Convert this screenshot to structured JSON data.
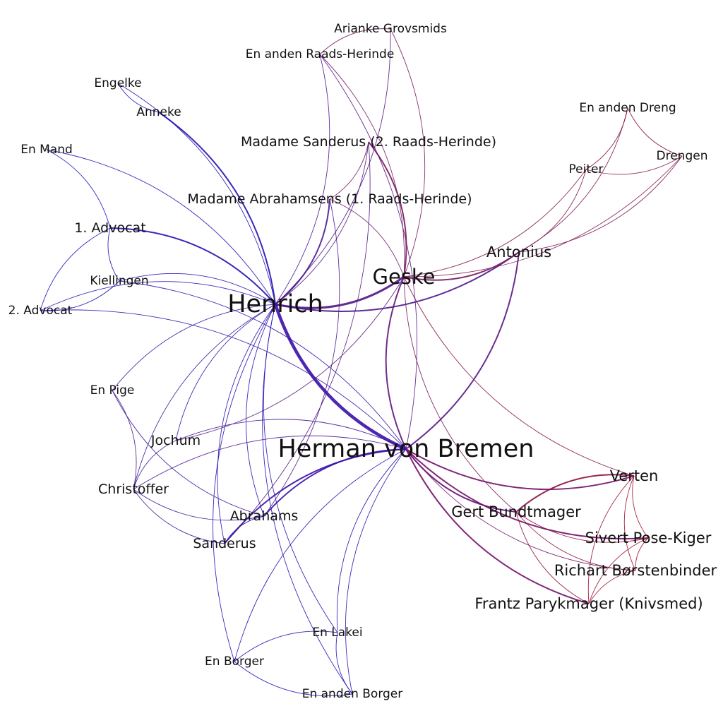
{
  "colors": {
    "blue": "#0a10c8",
    "red": "#c8101e",
    "background": "#ffffff",
    "label": "#111111"
  },
  "nodes": [
    {
      "id": "arianke",
      "label": "Arianke Grovsmids",
      "weight": 1,
      "color": "#7a1a5a"
    },
    {
      "id": "raadsherinde2",
      "label": "En anden Raads-Herinde",
      "weight": 1,
      "color": "#6a2070"
    },
    {
      "id": "engelke",
      "label": "Engelke",
      "weight": 1,
      "color": "#1a14b8"
    },
    {
      "id": "anneke",
      "label": "Anneke",
      "weight": 1,
      "color": "#1a14b8"
    },
    {
      "id": "dreng2",
      "label": "En anden Dreng",
      "weight": 1,
      "color": "#8a1840"
    },
    {
      "id": "sanderus_madame",
      "label": "Madame Sanderus (2. Raads-Herinde)",
      "weight": 2,
      "color": "#7a1a5a"
    },
    {
      "id": "enmand",
      "label": "En Mand",
      "weight": 1,
      "color": "#1a14b8"
    },
    {
      "id": "peiter",
      "label": "Peiter",
      "weight": 1,
      "color": "#8a1840"
    },
    {
      "id": "drengen",
      "label": "Drengen",
      "weight": 1,
      "color": "#8a1840"
    },
    {
      "id": "abrahamsens",
      "label": "Madame Abrahamsens (1. Raads-Herinde)",
      "weight": 2,
      "color": "#6a2070"
    },
    {
      "id": "advocat1",
      "label": "1. Advocat",
      "weight": 2,
      "color": "#1a14b8"
    },
    {
      "id": "antonius",
      "label": "Antonius",
      "weight": 3,
      "color": "#6a1a6a"
    },
    {
      "id": "geske",
      "label": "Geske",
      "weight": 5,
      "color": "#7a1a5a"
    },
    {
      "id": "kiellingen",
      "label": "Kiellingen",
      "weight": 1,
      "color": "#1a14b8"
    },
    {
      "id": "henrich",
      "label": "Henrich",
      "weight": 6,
      "color": "#2a10b0"
    },
    {
      "id": "advocat2",
      "label": "2. Advocat",
      "weight": 1,
      "color": "#1a14b8"
    },
    {
      "id": "enpige",
      "label": "En Pige",
      "weight": 1,
      "color": "#4a1a8a"
    },
    {
      "id": "jochum",
      "label": "Jochum",
      "weight": 2,
      "color": "#3a1a9a"
    },
    {
      "id": "herman",
      "label": "Herman von Bremen",
      "weight": 6,
      "color": "#4a10a0"
    },
    {
      "id": "christoffer",
      "label": "Christoffer",
      "weight": 2,
      "color": "#4a1a8a"
    },
    {
      "id": "verten",
      "label": "Verten",
      "weight": 3,
      "color": "#9a1030"
    },
    {
      "id": "gert",
      "label": "Gert Bundtmager",
      "weight": 3,
      "color": "#7a1050"
    },
    {
      "id": "abrahams",
      "label": "Abrahams",
      "weight": 2,
      "color": "#2a14b0"
    },
    {
      "id": "sivert",
      "label": "Sivert Pose-Kiger",
      "weight": 3,
      "color": "#a01030"
    },
    {
      "id": "sanderus",
      "label": "Sanderus",
      "weight": 2,
      "color": "#2a14b0"
    },
    {
      "id": "richart",
      "label": "Richart Børstenbinder",
      "weight": 3,
      "color": "#a01030"
    },
    {
      "id": "frantz",
      "label": "Frantz Parykmager (Knivsmed)",
      "weight": 3,
      "color": "#a01030"
    },
    {
      "id": "enlakei",
      "label": "En Lakei",
      "weight": 1,
      "color": "#1a14b8"
    },
    {
      "id": "enborger",
      "label": "En Borger",
      "weight": 1,
      "color": "#1a14b8"
    },
    {
      "id": "andenborger",
      "label": "En anden Borger",
      "weight": 1,
      "color": "#1a14b8"
    }
  ],
  "edges": [
    {
      "source": "henrich",
      "target": "herman",
      "weight": 5
    },
    {
      "source": "henrich",
      "target": "geske",
      "weight": 3
    },
    {
      "source": "henrich",
      "target": "antonius",
      "weight": 2
    },
    {
      "source": "henrich",
      "target": "abrahamsens",
      "weight": 2
    },
    {
      "source": "henrich",
      "target": "sanderus_madame",
      "weight": 1
    },
    {
      "source": "henrich",
      "target": "anneke",
      "weight": 2
    },
    {
      "source": "henrich",
      "target": "engelke",
      "weight": 1
    },
    {
      "source": "henrich",
      "target": "enmand",
      "weight": 1
    },
    {
      "source": "henrich",
      "target": "advocat1",
      "weight": 2
    },
    {
      "source": "henrich",
      "target": "advocat2",
      "weight": 1
    },
    {
      "source": "henrich",
      "target": "kiellingen",
      "weight": 1
    },
    {
      "source": "henrich",
      "target": "jochum",
      "weight": 1
    },
    {
      "source": "henrich",
      "target": "christoffer",
      "weight": 1
    },
    {
      "source": "henrich",
      "target": "enpige",
      "weight": 1
    },
    {
      "source": "henrich",
      "target": "abrahams",
      "weight": 1
    },
    {
      "source": "henrich",
      "target": "sanderus",
      "weight": 1
    },
    {
      "source": "henrich",
      "target": "enlakei",
      "weight": 1
    },
    {
      "source": "henrich",
      "target": "enborger",
      "weight": 1
    },
    {
      "source": "henrich",
      "target": "andenborger",
      "weight": 1
    },
    {
      "source": "henrich",
      "target": "raadsherinde2",
      "weight": 1
    },
    {
      "source": "henrich",
      "target": "arianke",
      "weight": 1
    },
    {
      "source": "geske",
      "target": "herman",
      "weight": 2
    },
    {
      "source": "geske",
      "target": "antonius",
      "weight": 2
    },
    {
      "source": "geske",
      "target": "sanderus_madame",
      "weight": 2
    },
    {
      "source": "geske",
      "target": "abrahamsens",
      "weight": 1
    },
    {
      "source": "geske",
      "target": "arianke",
      "weight": 1
    },
    {
      "source": "geske",
      "target": "raadsherinde2",
      "weight": 1
    },
    {
      "source": "geske",
      "target": "peiter",
      "weight": 1
    },
    {
      "source": "geske",
      "target": "drengen",
      "weight": 1
    },
    {
      "source": "geske",
      "target": "verten",
      "weight": 1
    },
    {
      "source": "geske",
      "target": "gert",
      "weight": 1
    },
    {
      "source": "herman",
      "target": "antonius",
      "weight": 2
    },
    {
      "source": "herman",
      "target": "verten",
      "weight": 2
    },
    {
      "source": "herman",
      "target": "gert",
      "weight": 2
    },
    {
      "source": "herman",
      "target": "sivert",
      "weight": 2
    },
    {
      "source": "herman",
      "target": "richart",
      "weight": 1
    },
    {
      "source": "herman",
      "target": "frantz",
      "weight": 2
    },
    {
      "source": "herman",
      "target": "abrahams",
      "weight": 2
    },
    {
      "source": "herman",
      "target": "sanderus",
      "weight": 2
    },
    {
      "source": "herman",
      "target": "jochum",
      "weight": 1
    },
    {
      "source": "herman",
      "target": "christoffer",
      "weight": 1
    },
    {
      "source": "herman",
      "target": "kiellingen",
      "weight": 1
    },
    {
      "source": "herman",
      "target": "advocat2",
      "weight": 1
    },
    {
      "source": "herman",
      "target": "enlakei",
      "weight": 1
    },
    {
      "source": "herman",
      "target": "enborger",
      "weight": 1
    },
    {
      "source": "herman",
      "target": "andenborger",
      "weight": 1
    },
    {
      "source": "herman",
      "target": "raadsherinde2",
      "weight": 1
    },
    {
      "source": "antonius",
      "target": "peiter",
      "weight": 1
    },
    {
      "source": "antonius",
      "target": "dreng2",
      "weight": 1
    },
    {
      "source": "antonius",
      "target": "drengen",
      "weight": 1
    },
    {
      "source": "peiter",
      "target": "dreng2",
      "weight": 1
    },
    {
      "source": "peiter",
      "target": "drengen",
      "weight": 1
    },
    {
      "source": "dreng2",
      "target": "drengen",
      "weight": 1
    },
    {
      "source": "verten",
      "target": "gert",
      "weight": 2
    },
    {
      "source": "verten",
      "target": "sivert",
      "weight": 1
    },
    {
      "source": "verten",
      "target": "richart",
      "weight": 1
    },
    {
      "source": "verten",
      "target": "frantz",
      "weight": 1
    },
    {
      "source": "gert",
      "target": "sivert",
      "weight": 1
    },
    {
      "source": "gert",
      "target": "richart",
      "weight": 1
    },
    {
      "source": "gert",
      "target": "frantz",
      "weight": 1
    },
    {
      "source": "sivert",
      "target": "richart",
      "weight": 1
    },
    {
      "source": "sivert",
      "target": "frantz",
      "weight": 1
    },
    {
      "source": "richart",
      "target": "frantz",
      "weight": 1
    },
    {
      "source": "engelke",
      "target": "anneke",
      "weight": 1
    },
    {
      "source": "advocat1",
      "target": "advocat2",
      "weight": 1
    },
    {
      "source": "advocat1",
      "target": "kiellingen",
      "weight": 1
    },
    {
      "source": "advocat1",
      "target": "enmand",
      "weight": 1
    },
    {
      "source": "advocat2",
      "target": "kiellingen",
      "weight": 1
    },
    {
      "source": "jochum",
      "target": "christoffer",
      "weight": 1
    },
    {
      "source": "jochum",
      "target": "geske",
      "weight": 1
    },
    {
      "source": "christoffer",
      "target": "enpige",
      "weight": 1
    },
    {
      "source": "christoffer",
      "target": "abrahams",
      "weight": 1
    },
    {
      "source": "christoffer",
      "target": "sanderus",
      "weight": 1
    },
    {
      "source": "enpige",
      "target": "abrahams",
      "weight": 1
    },
    {
      "source": "abrahams",
      "target": "sanderus",
      "weight": 1
    },
    {
      "source": "abrahams",
      "target": "abrahamsens",
      "weight": 1
    },
    {
      "source": "sanderus",
      "target": "sanderus_madame",
      "weight": 1
    },
    {
      "source": "enlakei",
      "target": "enborger",
      "weight": 1
    },
    {
      "source": "enlakei",
      "target": "andenborger",
      "weight": 1
    },
    {
      "source": "enborger",
      "target": "andenborger",
      "weight": 1
    },
    {
      "source": "arianke",
      "target": "raadsherinde2",
      "weight": 1
    },
    {
      "source": "abrahamsens",
      "target": "sanderus_madame",
      "weight": 1
    }
  ]
}
